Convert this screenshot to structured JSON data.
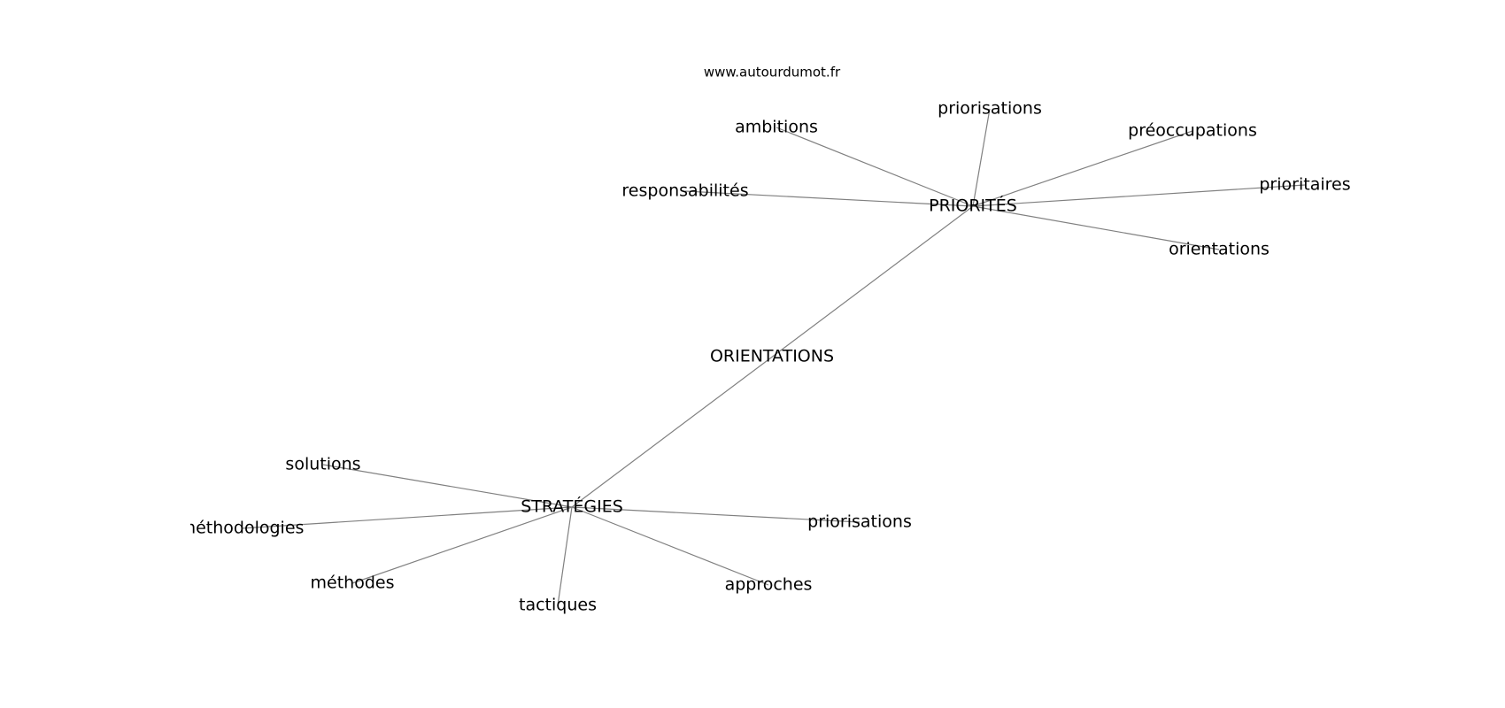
{
  "source_label": "www.autourdumot.fr",
  "graph": {
    "nodes": [
      {
        "id": "orientations_center",
        "label": "ORIENTATIONS"
      },
      {
        "id": "priorites",
        "label": "PRIORITÉS"
      },
      {
        "id": "strategies",
        "label": "STRATÉGIES"
      },
      {
        "id": "priorisations_top",
        "label": "priorisations"
      },
      {
        "id": "ambitions",
        "label": "ambitions"
      },
      {
        "id": "preoccupations",
        "label": "préoccupations"
      },
      {
        "id": "responsabilites",
        "label": "responsabilités"
      },
      {
        "id": "prioritaires",
        "label": "prioritaires"
      },
      {
        "id": "orientations_leaf",
        "label": "orientations"
      },
      {
        "id": "solutions",
        "label": "solutions"
      },
      {
        "id": "methodologies",
        "label": "méthodologies"
      },
      {
        "id": "priorisations_bottom",
        "label": "priorisations"
      },
      {
        "id": "methodes",
        "label": "méthodes"
      },
      {
        "id": "approches",
        "label": "approches"
      },
      {
        "id": "tactiques",
        "label": "tactiques"
      }
    ],
    "edges": [
      [
        "priorites",
        "strategies"
      ],
      [
        "priorites",
        "priorisations_top"
      ],
      [
        "priorites",
        "ambitions"
      ],
      [
        "priorites",
        "preoccupations"
      ],
      [
        "priorites",
        "responsabilites"
      ],
      [
        "priorites",
        "prioritaires"
      ],
      [
        "priorites",
        "orientations_leaf"
      ],
      [
        "strategies",
        "solutions"
      ],
      [
        "strategies",
        "methodologies"
      ],
      [
        "strategies",
        "priorisations_bottom"
      ],
      [
        "strategies",
        "methodes"
      ],
      [
        "strategies",
        "approches"
      ],
      [
        "strategies",
        "tactiques"
      ]
    ]
  }
}
